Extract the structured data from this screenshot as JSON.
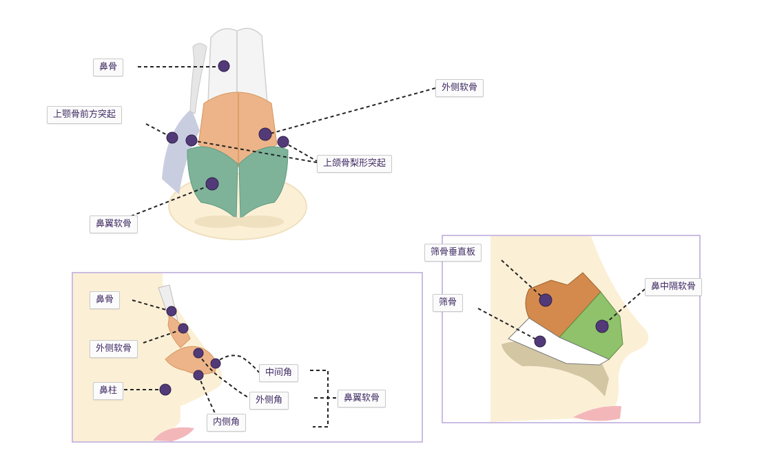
{
  "labels": {
    "nasal_bone": "鼻骨",
    "lateral_cartilage_top": "外侧软骨",
    "maxilla_frontal_process": "上颚骨前方突起",
    "maxilla_piriform_process": "上颌骨梨形突起",
    "alar_cartilage_top": "鼻翼软骨",
    "nasal_bone_side": "鼻骨",
    "lateral_cartilage_side": "外侧软骨",
    "columella": "鼻柱",
    "middle_crus": "中间角",
    "lateral_crus": "外侧角",
    "medial_crus": "内侧角",
    "alar_cartilage_side": "鼻翼软骨",
    "ethmoid_perpendicular_plate": "筛骨垂直板",
    "ethmoid_bone": "筛骨",
    "septal_cartilage": "鼻中隔软骨"
  },
  "colors": {
    "bone": "#f4f4f4",
    "upper_lateral_cartilage": "#ecb488",
    "alar_cartilage": "#7eb39a",
    "skin": "#fbf0d6",
    "marker": "#523a78",
    "frame": "#b9a6d8",
    "ethmoid_plate": "#d48a4c",
    "septal_cartilage": "#8fc26b",
    "vomer": "#d3c6a3",
    "lip": "#f3b7ba"
  }
}
